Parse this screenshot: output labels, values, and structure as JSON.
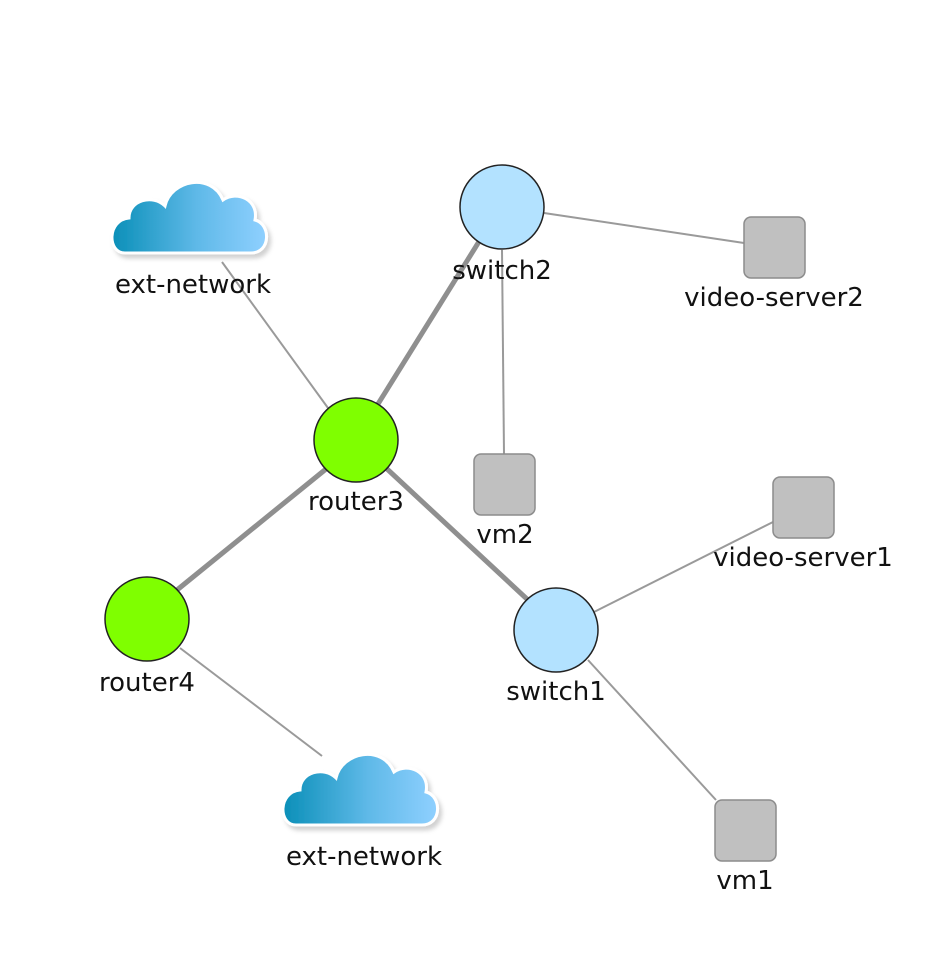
{
  "colors": {
    "router": "#7fff00",
    "switch": "#b3e2ff",
    "host": "#c0c0c0",
    "link": "#8f8f8f",
    "cloud_light": "#8fd0ff",
    "cloud_dark": "#0a8fb8"
  },
  "nodes": {
    "ext_network_1": {
      "label": "ext-network",
      "icon": "cloud-icon",
      "kind": "external-network"
    },
    "ext_network_2": {
      "label": "ext-network",
      "icon": "cloud-icon",
      "kind": "external-network"
    },
    "switch2": {
      "label": "switch2",
      "icon": "switch-icon",
      "kind": "switch"
    },
    "switch1": {
      "label": "switch1",
      "icon": "switch-icon",
      "kind": "switch"
    },
    "router3": {
      "label": "router3",
      "icon": "router-icon",
      "kind": "router"
    },
    "router4": {
      "label": "router4",
      "icon": "router-icon",
      "kind": "router"
    },
    "video_server2": {
      "label": "video-server2",
      "icon": "vm-icon",
      "kind": "host"
    },
    "video_server1": {
      "label": "video-server1",
      "icon": "vm-icon",
      "kind": "host"
    },
    "vm2": {
      "label": "vm2",
      "icon": "vm-icon",
      "kind": "host"
    },
    "vm1": {
      "label": "vm1",
      "icon": "vm-icon",
      "kind": "host"
    }
  },
  "links": [
    {
      "from": "ext-network",
      "to": "router3",
      "style": "thin"
    },
    {
      "from": "router3",
      "to": "switch2",
      "style": "thick"
    },
    {
      "from": "switch2",
      "to": "video-server2",
      "style": "thin"
    },
    {
      "from": "switch2",
      "to": "vm2",
      "style": "thin"
    },
    {
      "from": "router3",
      "to": "router4",
      "style": "thick"
    },
    {
      "from": "router3",
      "to": "switch1",
      "style": "thick"
    },
    {
      "from": "switch1",
      "to": "video-server1",
      "style": "thin"
    },
    {
      "from": "switch1",
      "to": "vm1",
      "style": "thin"
    },
    {
      "from": "router4",
      "to": "ext-network",
      "style": "thin"
    }
  ]
}
